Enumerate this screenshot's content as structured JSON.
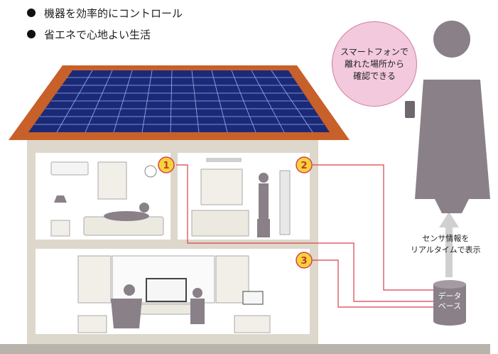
{
  "bullets": [
    "機器を効率的にコントロール",
    "省エネで心地よい生活"
  ],
  "bubble": {
    "line1": "スマートフォンで",
    "line2": "離れた場所から",
    "line3": "確認できる"
  },
  "sensor_caption": {
    "line1": "センサ情報を",
    "line2": "リアルタイムで表示"
  },
  "database": {
    "line1": "データ",
    "line2": "ベース"
  },
  "markers": [
    "1",
    "2",
    "3"
  ],
  "colors": {
    "line": "#d9414a",
    "badge_fill": "#f7d33b",
    "wall": "#ddd8cb",
    "roof": "#c8602a",
    "panel": "#1b2a78",
    "person": "#8a8088"
  }
}
